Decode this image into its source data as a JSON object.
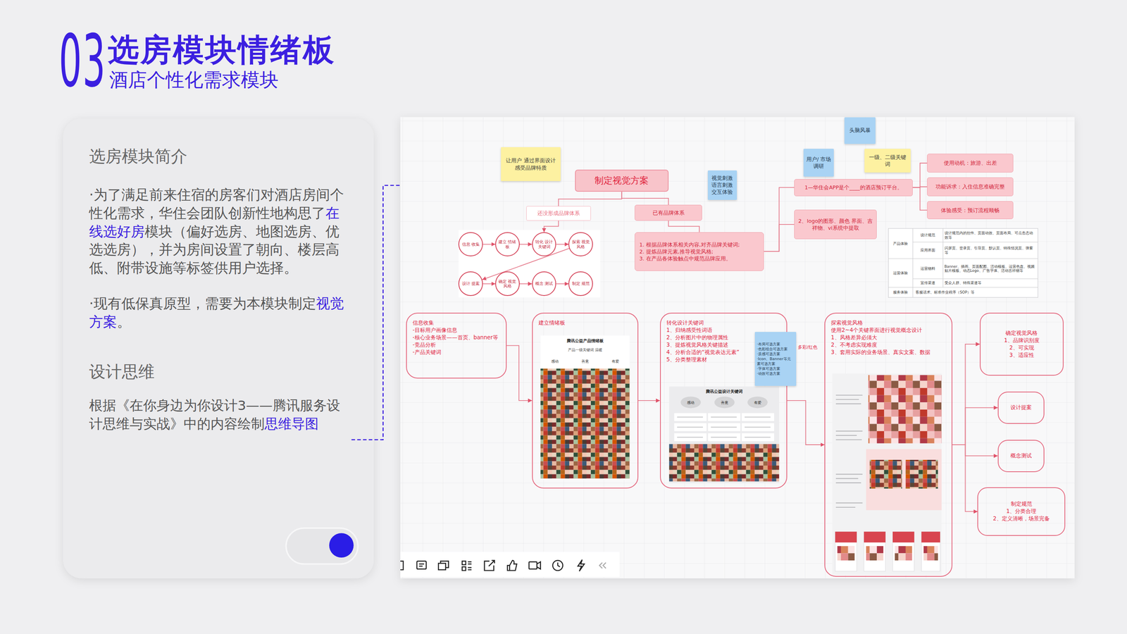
{
  "diagram": {
    "title": "选房模块情绪板",
    "nodes": [
      {
        "text": [
          "选房模块简介",
          "·为了满足前来住宿的房客们对酒店房间个性化需求，华住会团队创新性地构思了",
          "在线选好房",
          "模块（偏好选房、地图选房、优选选房），并为房间设置了朝向、楼层高低、附带设施等标签供用户选择。",
          "·现有低保真原型，需要为本模块制定",
          "视觉方案",
          "。",
          "设计思维",
          "根据《在你身边为你设计3——腾讯服务设计思维与实战》中的内容绘制",
          "思维导图"
        ]
      },
      {
        "text": [
          "让用户 通过界面设计 感受品牌特质"
        ]
      },
      {
        "text": [
          "制定视觉方案"
        ]
      },
      {
        "text": [
          "视觉刺激 语言刺激 交互体验"
        ]
      },
      {
        "text": [
          "还没形成品牌体系"
        ]
      },
      {
        "text": [
          "已有品牌体系"
        ]
      },
      {
        "text": [
          "信息 收集"
        ]
      },
      {
        "text": [
          "建立 情绪板"
        ]
      },
      {
        "text": [
          "转化 设计 关键词"
        ]
      },
      {
        "text": [
          "探索 视觉风格"
        ]
      },
      {
        "text": [
          "设计 提案"
        ]
      },
      {
        "text": [
          "确定 视觉风格"
        ]
      },
      {
        "text": [
          "概念 测试"
        ]
      },
      {
        "text": [
          "制定 规范"
        ]
      },
      {
        "text": [
          "1. 根据品牌体系相关内容,对齐品牌关键词;",
          "2. 提炼品牌元素,推导视觉风格;",
          "3. 在产品各体验触点中规范品牌应用。"
        ]
      },
      {
        "text": [
          "头脑风暴"
        ]
      },
      {
        "text": [
          "用户/ 市场调研"
        ]
      },
      {
        "text": [
          "一级、二级关键词"
        ]
      },
      {
        "text": [
          "1—华住会APP是个____的酒店预订平台。"
        ]
      },
      {
        "text": [
          "使用动机：旅游、出差"
        ]
      },
      {
        "text": [
          "功能诉求：入住信息准确完整"
        ]
      },
      {
        "text": [
          "体验感受：预订流程顺畅"
        ]
      },
      {
        "text": [
          "2、logo的图形、颜色 界面、吉祥物、vi系统中提取"
        ]
      },
      {
        "text": [
          "信息收集",
          "-目标用户画像信息",
          "-核心业务场景——首页、banner等",
          "-竞品分析",
          "-产品关键词"
        ]
      },
      {
        "text": [
          "建立情绪板"
        ]
      },
      {
        "text": [
          "转化设计关键词",
          "1、归纳感受性词语",
          "2、分析图片中的物理属性",
          "3、提炼视觉风格关键描述",
          "4、分析合适的“视觉表达元素”",
          "5、分类整理素材"
        ]
      },
      {
        "text": [
          "·布局可选方案",
          "·色彩组合可选方案",
          "·质感可选方案",
          "·Icon、Banner等元素可选方案",
          "·字体可选方案",
          "·动效可选方案"
        ]
      },
      {
        "text": [
          "探索视觉风格",
          "使用2~4个关键界面进行视觉概念设计",
          "1、风格差异必须大",
          "2、不考虑实现难度",
          "3、套用实际的业务场景、真实文案、数据"
        ]
      },
      {
        "text": [
          "确定视觉风格",
          "1、品牌识别度",
          "2、可实现",
          "3、适应性"
        ]
      },
      {
        "text": [
          "设计提案"
        ]
      },
      {
        "text": [
          "概念测试"
        ]
      },
      {
        "text": [
          "制定规范",
          "1、分类合理",
          "2、定义清晰，场景完备"
        ]
      }
    ],
    "edges": [
      {
        "from": 2,
        "to": 4,
        "arrow": "none"
      },
      {
        "from": 2,
        "to": 5,
        "arrow": "none"
      },
      {
        "from": 4,
        "to": 8,
        "arrow": "to"
      },
      {
        "from": 5,
        "to": 14,
        "arrow": "none"
      },
      {
        "from": 14,
        "to": 18,
        "arrow": "none"
      },
      {
        "from": 14,
        "to": 22,
        "arrow": "none"
      },
      {
        "from": 18,
        "to": 19,
        "arrow": "none"
      },
      {
        "from": 18,
        "to": 20,
        "arrow": "none"
      },
      {
        "from": 18,
        "to": 21,
        "arrow": "none"
      },
      {
        "from": 6,
        "to": 7,
        "arrow": "to"
      },
      {
        "from": 7,
        "to": 8,
        "arrow": "to"
      },
      {
        "from": 8,
        "to": 9,
        "arrow": "to"
      },
      {
        "from": 9,
        "to": 10,
        "arrow": "to"
      },
      {
        "from": 10,
        "to": 11,
        "arrow": "to"
      },
      {
        "from": 11,
        "to": 12,
        "arrow": "to"
      },
      {
        "from": 12,
        "to": 13,
        "arrow": "to"
      },
      {
        "from": 23,
        "to": 24,
        "arrow": "to"
      },
      {
        "from": 24,
        "to": 25,
        "arrow": "to"
      },
      {
        "from": 25,
        "to": 27,
        "arrow": "to"
      },
      {
        "from": 27,
        "to": 28,
        "arrow": "to"
      },
      {
        "from": 27,
        "to": 29,
        "arrow": "to"
      },
      {
        "from": 27,
        "to": 30,
        "arrow": "to"
      },
      {
        "from": 27,
        "to": 31,
        "arrow": "to"
      }
    ],
    "labels": [
      "03",
      "酒店个性化需求模块",
      "产品体验",
      "设计规范",
      "设计规范内的控件、页面动效、页面布局、可点击态动效等",
      "应用界面",
      "闪屏页、登录页、引导页、默认页、特殊情况页、弹窗等",
      "运营体验",
      "运营物料",
      "Banner、插画、页面配图、活动模板、运营色盘、视频贴片模板、动态Logo、广告字体、活动吉祥物等",
      "宣传渠道",
      "受众人群、特殊渠道等",
      "服务体验",
      "客服话术、标准作业程序（SOP）等",
      "腾讯公益产品情绪板",
      "产品一级关键词 温暖",
      "感动",
      "善意",
      "有爱",
      "腾讯公益设计关键词",
      "感动",
      "善意",
      "有爱",
      "多彩/红色"
    ]
  }
}
